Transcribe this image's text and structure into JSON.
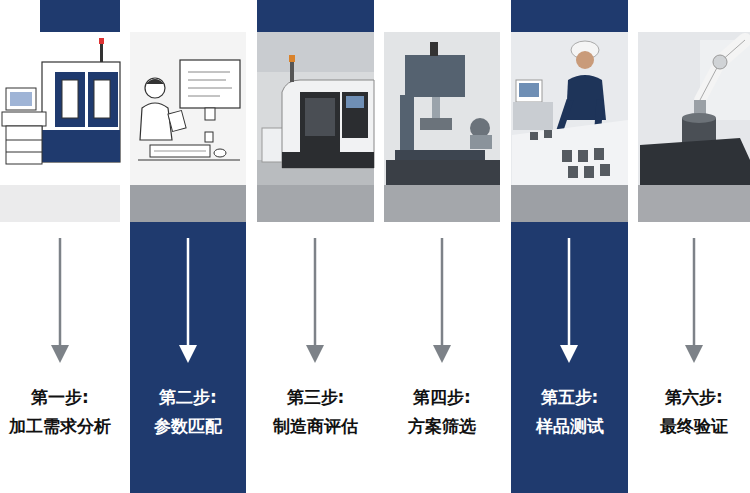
{
  "diagram": {
    "nodes": [
      {
        "text": [
          "第一步:",
          "加工需求分析"
        ]
      },
      {
        "text": [
          "第二步:",
          "参数匹配"
        ]
      },
      {
        "text": [
          "第三步:",
          "制造商评估"
        ]
      },
      {
        "text": [
          "第四步:",
          "方案筛选"
        ]
      },
      {
        "text": [
          "第五步:",
          "样品测试"
        ]
      },
      {
        "text": [
          "第六步:",
          "最终验证"
        ]
      }
    ]
  }
}
